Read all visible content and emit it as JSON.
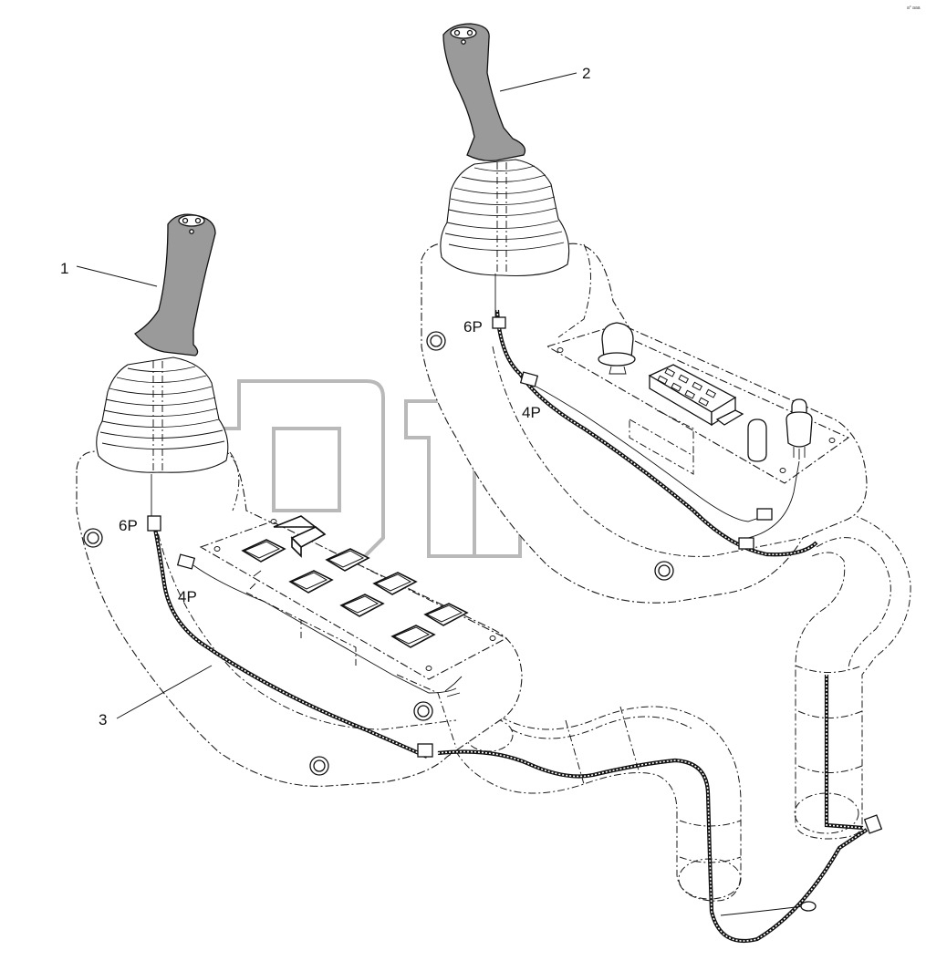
{
  "diagram": {
    "callouts": {
      "c1": "1",
      "c2": "2",
      "c3": "3"
    },
    "connectors": {
      "left_6p": "6P",
      "left_4p": "4P",
      "right_6p": "6P",
      "right_4p": "4P"
    },
    "corner_mark": "a° aaa"
  }
}
